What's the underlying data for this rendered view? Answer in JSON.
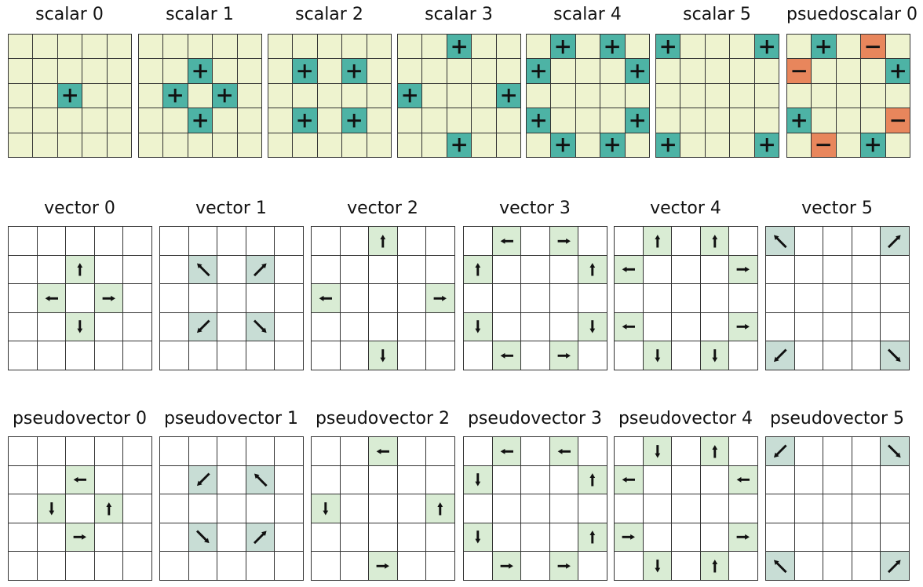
{
  "colors": {
    "scalar_bg": "#eef3cf",
    "plus_cell": "#4db3a5",
    "minus_cell": "#e8865c",
    "vector_cell_orthogonal": "#d9ecd4",
    "vector_cell_diagonal": "#c8ddd5",
    "plain_cell": "#ffffff",
    "line": "#333333",
    "glyph": "#111111"
  },
  "rows": [
    {
      "kind": "scalar",
      "panels": [
        {
          "title": "scalar 0",
          "cells": [
            [
              2,
              2,
              "+"
            ]
          ]
        },
        {
          "title": "scalar 1",
          "cells": [
            [
              1,
              2,
              "+"
            ],
            [
              2,
              1,
              "+"
            ],
            [
              2,
              3,
              "+"
            ],
            [
              3,
              2,
              "+"
            ]
          ]
        },
        {
          "title": "scalar 2",
          "cells": [
            [
              1,
              1,
              "+"
            ],
            [
              1,
              3,
              "+"
            ],
            [
              3,
              1,
              "+"
            ],
            [
              3,
              3,
              "+"
            ]
          ]
        },
        {
          "title": "scalar 3",
          "cells": [
            [
              0,
              2,
              "+"
            ],
            [
              2,
              0,
              "+"
            ],
            [
              2,
              4,
              "+"
            ],
            [
              4,
              2,
              "+"
            ]
          ]
        },
        {
          "title": "scalar 4",
          "cells": [
            [
              0,
              1,
              "+"
            ],
            [
              0,
              3,
              "+"
            ],
            [
              1,
              0,
              "+"
            ],
            [
              1,
              4,
              "+"
            ],
            [
              3,
              0,
              "+"
            ],
            [
              3,
              4,
              "+"
            ],
            [
              4,
              1,
              "+"
            ],
            [
              4,
              3,
              "+"
            ]
          ]
        },
        {
          "title": "scalar 5",
          "cells": [
            [
              0,
              0,
              "+"
            ],
            [
              0,
              4,
              "+"
            ],
            [
              4,
              0,
              "+"
            ],
            [
              4,
              4,
              "+"
            ]
          ]
        },
        {
          "title": "psuedoscalar 0",
          "cells": [
            [
              0,
              1,
              "+"
            ],
            [
              0,
              3,
              "−"
            ],
            [
              1,
              0,
              "−"
            ],
            [
              1,
              4,
              "+"
            ],
            [
              3,
              0,
              "+"
            ],
            [
              3,
              4,
              "−"
            ],
            [
              4,
              1,
              "−"
            ],
            [
              4,
              3,
              "+"
            ]
          ]
        }
      ]
    },
    {
      "kind": "vector",
      "panels": [
        {
          "title": "vector 0",
          "cells": [
            [
              1,
              2,
              "up"
            ],
            [
              2,
              1,
              "left"
            ],
            [
              2,
              3,
              "right"
            ],
            [
              3,
              2,
              "down"
            ]
          ]
        },
        {
          "title": "vector 1",
          "cells": [
            [
              1,
              1,
              "upleft"
            ],
            [
              1,
              3,
              "upright"
            ],
            [
              3,
              1,
              "downleft"
            ],
            [
              3,
              3,
              "downright"
            ]
          ]
        },
        {
          "title": "vector 2",
          "cells": [
            [
              0,
              2,
              "up"
            ],
            [
              2,
              0,
              "left"
            ],
            [
              2,
              4,
              "right"
            ],
            [
              4,
              2,
              "down"
            ]
          ]
        },
        {
          "title": "vector 3",
          "cells": [
            [
              0,
              1,
              "left"
            ],
            [
              0,
              3,
              "right"
            ],
            [
              1,
              0,
              "up"
            ],
            [
              1,
              4,
              "up"
            ],
            [
              3,
              0,
              "down"
            ],
            [
              3,
              4,
              "down"
            ],
            [
              4,
              1,
              "left"
            ],
            [
              4,
              3,
              "right"
            ]
          ]
        },
        {
          "title": "vector 4",
          "cells": [
            [
              0,
              1,
              "up"
            ],
            [
              0,
              3,
              "up"
            ],
            [
              1,
              0,
              "left"
            ],
            [
              1,
              4,
              "right"
            ],
            [
              3,
              0,
              "left"
            ],
            [
              3,
              4,
              "right"
            ],
            [
              4,
              1,
              "down"
            ],
            [
              4,
              3,
              "down"
            ]
          ]
        },
        {
          "title": "vector 5",
          "cells": [
            [
              0,
              0,
              "upleft"
            ],
            [
              0,
              4,
              "upright"
            ],
            [
              4,
              0,
              "downleft"
            ],
            [
              4,
              4,
              "downright"
            ]
          ]
        }
      ]
    },
    {
      "kind": "vector",
      "panels": [
        {
          "title": "pseudovector 0",
          "cells": [
            [
              1,
              2,
              "left"
            ],
            [
              2,
              1,
              "down"
            ],
            [
              2,
              3,
              "up"
            ],
            [
              3,
              2,
              "right"
            ]
          ]
        },
        {
          "title": "pseudovector 1",
          "cells": [
            [
              1,
              1,
              "downleft"
            ],
            [
              1,
              3,
              "upleft"
            ],
            [
              3,
              1,
              "downright"
            ],
            [
              3,
              3,
              "upright"
            ]
          ]
        },
        {
          "title": "pseudovector 2",
          "cells": [
            [
              0,
              2,
              "left"
            ],
            [
              2,
              0,
              "down"
            ],
            [
              2,
              4,
              "up"
            ],
            [
              4,
              2,
              "right"
            ]
          ]
        },
        {
          "title": "pseudovector 3",
          "cells": [
            [
              0,
              1,
              "left"
            ],
            [
              0,
              3,
              "left"
            ],
            [
              1,
              0,
              "down"
            ],
            [
              1,
              4,
              "up"
            ],
            [
              3,
              0,
              "down"
            ],
            [
              3,
              4,
              "up"
            ],
            [
              4,
              1,
              "right"
            ],
            [
              4,
              3,
              "right"
            ]
          ]
        },
        {
          "title": "pseudovector 4",
          "cells": [
            [
              0,
              1,
              "down"
            ],
            [
              0,
              3,
              "up"
            ],
            [
              1,
              0,
              "left"
            ],
            [
              1,
              4,
              "left"
            ],
            [
              3,
              0,
              "right"
            ],
            [
              3,
              4,
              "right"
            ],
            [
              4,
              1,
              "down"
            ],
            [
              4,
              3,
              "up"
            ]
          ]
        },
        {
          "title": "pseudovector 5",
          "cells": [
            [
              0,
              0,
              "downleft"
            ],
            [
              0,
              4,
              "downright"
            ],
            [
              4,
              0,
              "upleft"
            ],
            [
              4,
              4,
              "upright"
            ]
          ]
        }
      ]
    }
  ]
}
